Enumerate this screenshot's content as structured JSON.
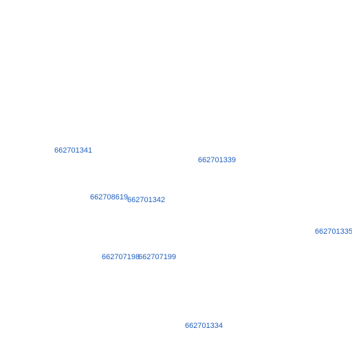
{
  "label_color": "#1f5fbf",
  "parcel_labels": [
    "662701341",
    "662701339",
    "662708619",
    "662701342",
    "662701335",
    "662707198",
    "662707199",
    "662701334"
  ]
}
